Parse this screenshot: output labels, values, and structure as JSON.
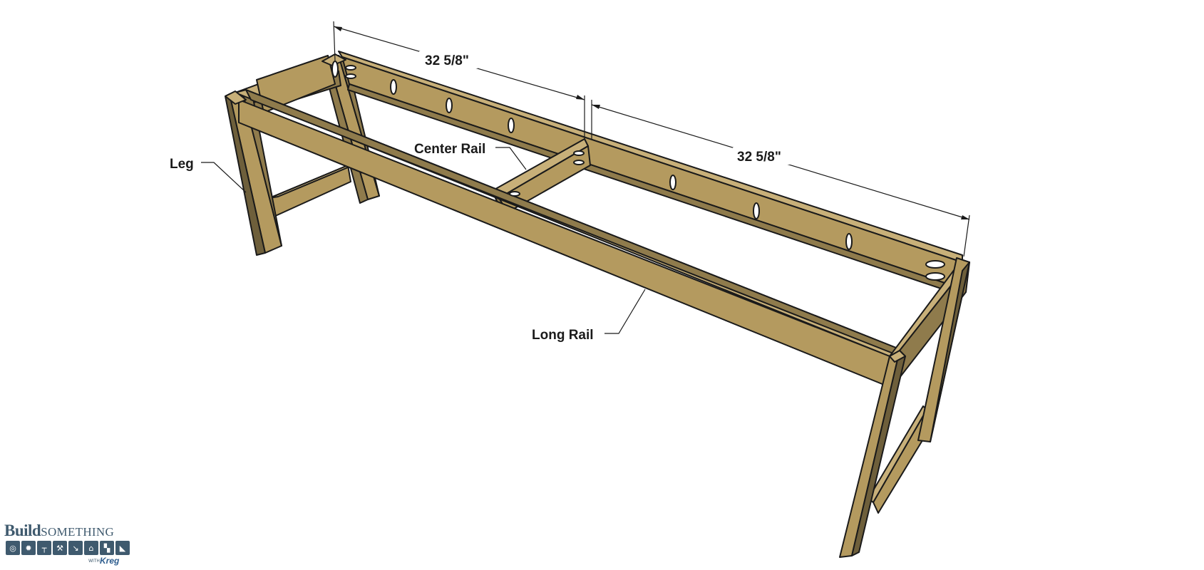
{
  "labels": {
    "leg": "Leg",
    "center_rail": "Center Rail",
    "long_rail": "Long Rail",
    "dim_left": "32 5/8\"",
    "dim_right": "32 5/8\""
  },
  "logo": {
    "build": "Build",
    "something": "SOMETHING",
    "with": "WITH",
    "kreg": "Kreg",
    "icons": [
      "saw-icon",
      "gear-icon",
      "clamp-icon",
      "hammer-icon",
      "drill-icon",
      "brush-icon",
      "roller-icon",
      "square-icon"
    ]
  },
  "colors": {
    "wood_top": "#c8b079",
    "wood_face": "#b49a5f",
    "wood_side": "#8f7b4c",
    "wood_dark": "#6e5f3b",
    "outline": "#1a1a1a",
    "logo": "#3f5a6e"
  }
}
